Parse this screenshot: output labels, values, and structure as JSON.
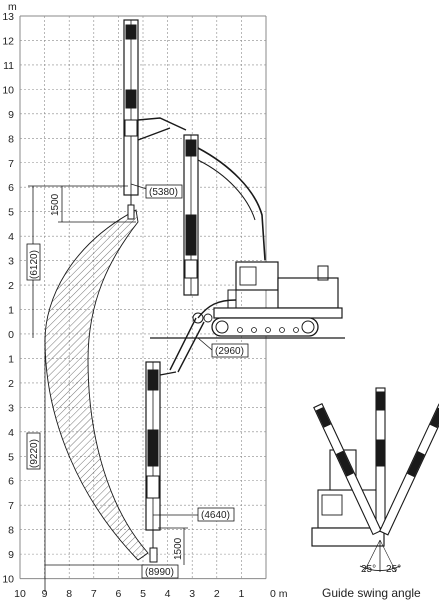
{
  "axes": {
    "unit_label": "m",
    "x_ticks": [
      "10",
      "9",
      "8",
      "7",
      "6",
      "5",
      "4",
      "3",
      "2",
      "1",
      "0 m"
    ],
    "y_ticks_above": [
      "13",
      "12",
      "11",
      "10",
      "9",
      "8",
      "7",
      "6",
      "5",
      "4",
      "3",
      "2",
      "1",
      "0"
    ],
    "y_ticks_below": [
      "1",
      "2",
      "3",
      "4",
      "5",
      "6",
      "7",
      "8",
      "9",
      "10"
    ],
    "grid": true
  },
  "dimensions": {
    "max_reach_upper": "(5380)",
    "boom_offset": "(2960)",
    "reach_lower": "(4640)",
    "max_reach_bottom": "(8990)",
    "height_above_ground": "(6120)",
    "depth_below_ground": "(9220)",
    "stroke_upper": "1500",
    "stroke_lower": "1500"
  },
  "inset": {
    "caption": "Guide swing angle",
    "swing_left": "25°",
    "swing_right": "25°"
  },
  "colors": {
    "line": "#1a1a1a",
    "grid": "#8a8a8a",
    "hatch": "#555555"
  }
}
